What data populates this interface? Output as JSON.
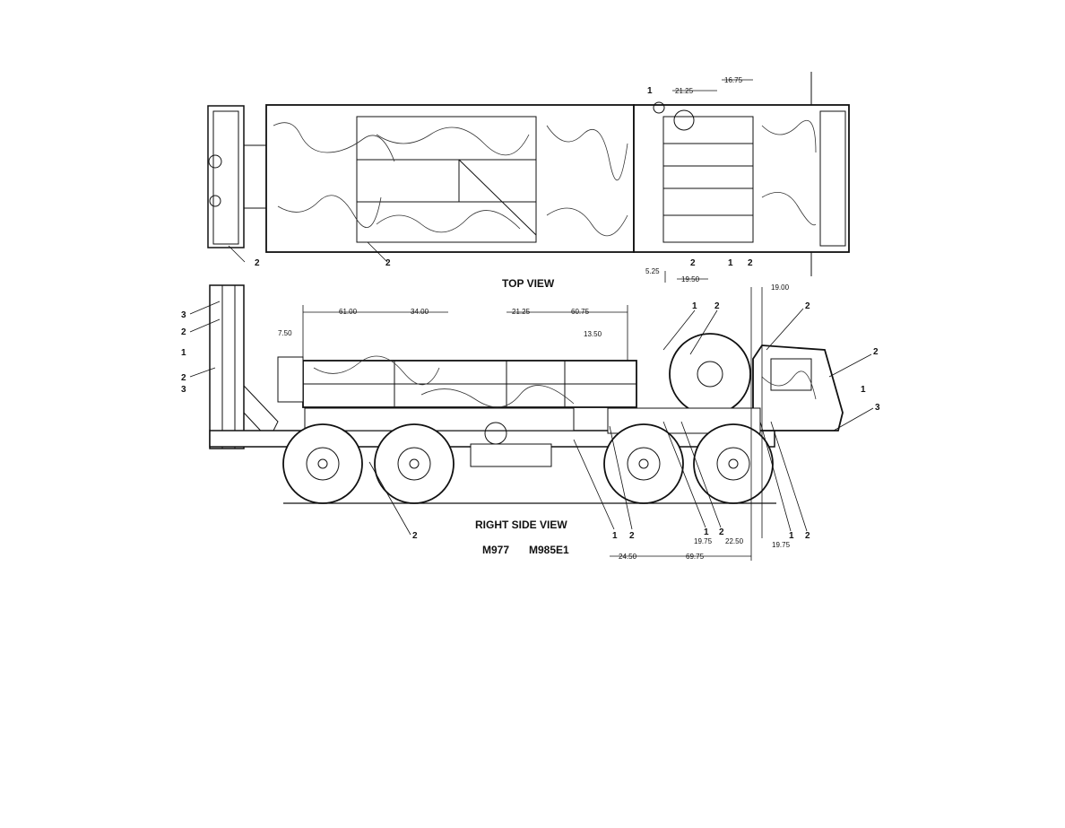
{
  "labels": {
    "top_view": "TOP VIEW",
    "right_side_view": "RIGHT SIDE VIEW",
    "model_1": "M977",
    "model_2": "M985E1"
  },
  "dimensions": {
    "top_21_25": "21.25",
    "top_16_75": "16.75",
    "top_5_25": "5.25",
    "top_19_50": "19.50",
    "side_61_00": "61.00",
    "side_34_00": "34.00",
    "side_21_25": "21.25",
    "side_60_75": "60.75",
    "side_7_50": "7.50",
    "side_13_50": "13.50",
    "side_19_00": "19.00",
    "bot_19_75_a": "19.75",
    "bot_22_50": "22.50",
    "bot_19_75_b": "19.75",
    "bot_24_50": "24.50",
    "bot_69_75": "69.75"
  },
  "callouts": {
    "c1": "1",
    "c2": "2",
    "c3": "3"
  },
  "colors": {
    "ink": "#111111",
    "paper": "#ffffff"
  }
}
